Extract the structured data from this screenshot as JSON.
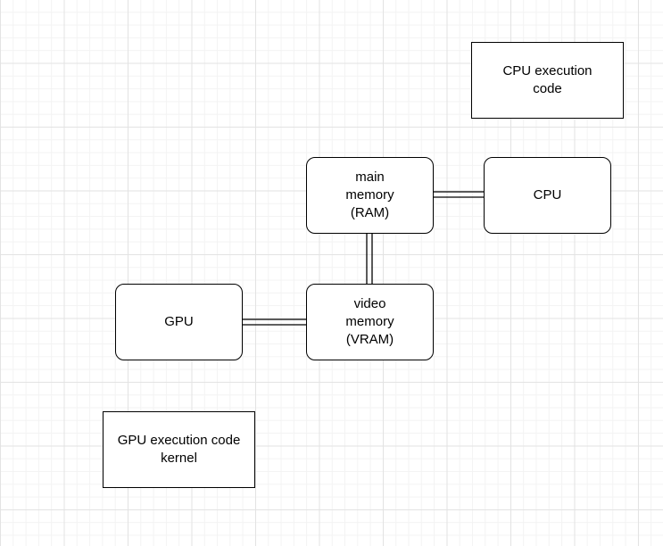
{
  "diagram": {
    "nodes": {
      "cpu_code": {
        "label": "CPU execution\ncode",
        "shape": "rectangle"
      },
      "ram": {
        "label": "main\nmemory\n(RAM)",
        "shape": "rounded-rectangle"
      },
      "cpu": {
        "label": "CPU",
        "shape": "rounded-rectangle"
      },
      "gpu": {
        "label": "GPU",
        "shape": "rounded-rectangle"
      },
      "vram": {
        "label": "video\nmemory\n(VRAM)",
        "shape": "rounded-rectangle"
      },
      "gpu_code": {
        "label": "GPU execution code\nkernel",
        "shape": "rectangle"
      }
    },
    "edges": [
      {
        "from": "ram",
        "to": "cpu",
        "style": "double-line"
      },
      {
        "from": "ram",
        "to": "vram",
        "style": "double-line"
      },
      {
        "from": "gpu",
        "to": "vram",
        "style": "double-line"
      }
    ],
    "colors": {
      "stroke": "#000000",
      "fill": "#ffffff",
      "grid": "#e3e3e3"
    }
  }
}
